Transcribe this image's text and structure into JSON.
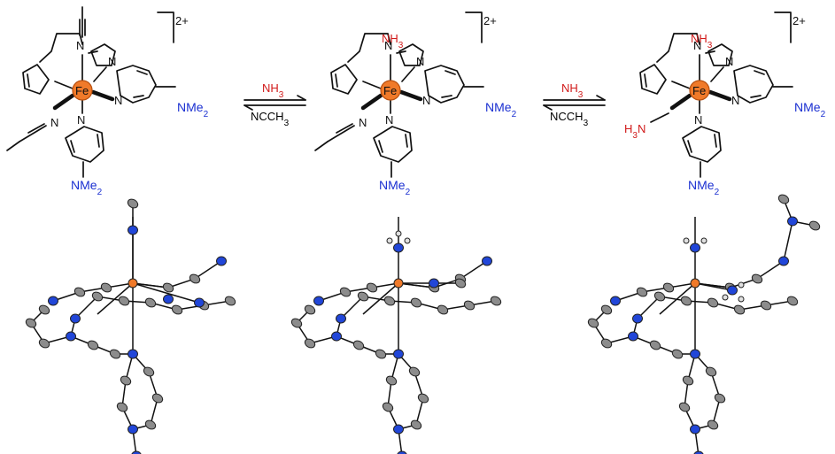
{
  "colors": {
    "iron": "#f07a2a",
    "nitrogen_ortep": "#2146d8",
    "carbon_ortep": "#8c8c8c",
    "hydrogen": "#e0e0e0",
    "ammonia_text": "#d11a1a",
    "amine_text": "#1a2fd1"
  },
  "complexes": [
    {
      "metal": "Fe",
      "charge": "2+",
      "amine_right": "NMe2",
      "amine_bottom": "NMe2"
    },
    {
      "metal": "Fe",
      "charge": "2+",
      "axial_ligand": "NH3",
      "amine_right": "NMe2",
      "amine_bottom": "NMe2"
    },
    {
      "metal": "Fe",
      "charge": "2+",
      "axial_ligand": "NH3",
      "equatorial_ligand": "H3N",
      "amine_right": "NMe2",
      "amine_bottom": "NMe2"
    }
  ],
  "equilibria": [
    {
      "forward": "NH3",
      "reverse": "NCCH3"
    },
    {
      "forward": "NH3",
      "reverse": "NCCH3"
    }
  ]
}
